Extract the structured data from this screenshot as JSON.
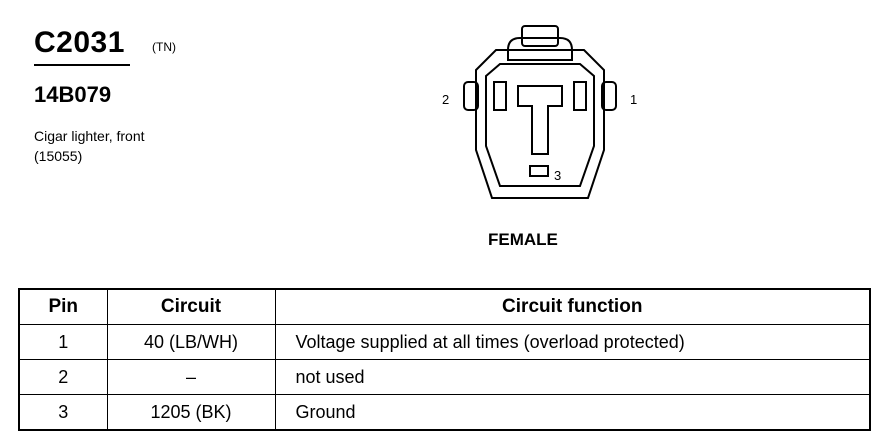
{
  "header": {
    "connector_id": "C2031",
    "connector_code": "(TN)",
    "part_number": "14B079",
    "description": "Cigar lighter, front",
    "description_number": "(15055)"
  },
  "diagram": {
    "pin_labels": [
      "2",
      "1",
      "3"
    ],
    "gender": "FEMALE"
  },
  "table": {
    "headers": [
      "Pin",
      "Circuit",
      "Circuit function"
    ],
    "rows": [
      {
        "pin": "1",
        "circuit": "40 (LB/WH)",
        "function": "Voltage supplied at all times (overload protected)"
      },
      {
        "pin": "2",
        "circuit": "–",
        "function": "not used"
      },
      {
        "pin": "3",
        "circuit": "1205 (BK)",
        "function": "Ground"
      }
    ]
  }
}
